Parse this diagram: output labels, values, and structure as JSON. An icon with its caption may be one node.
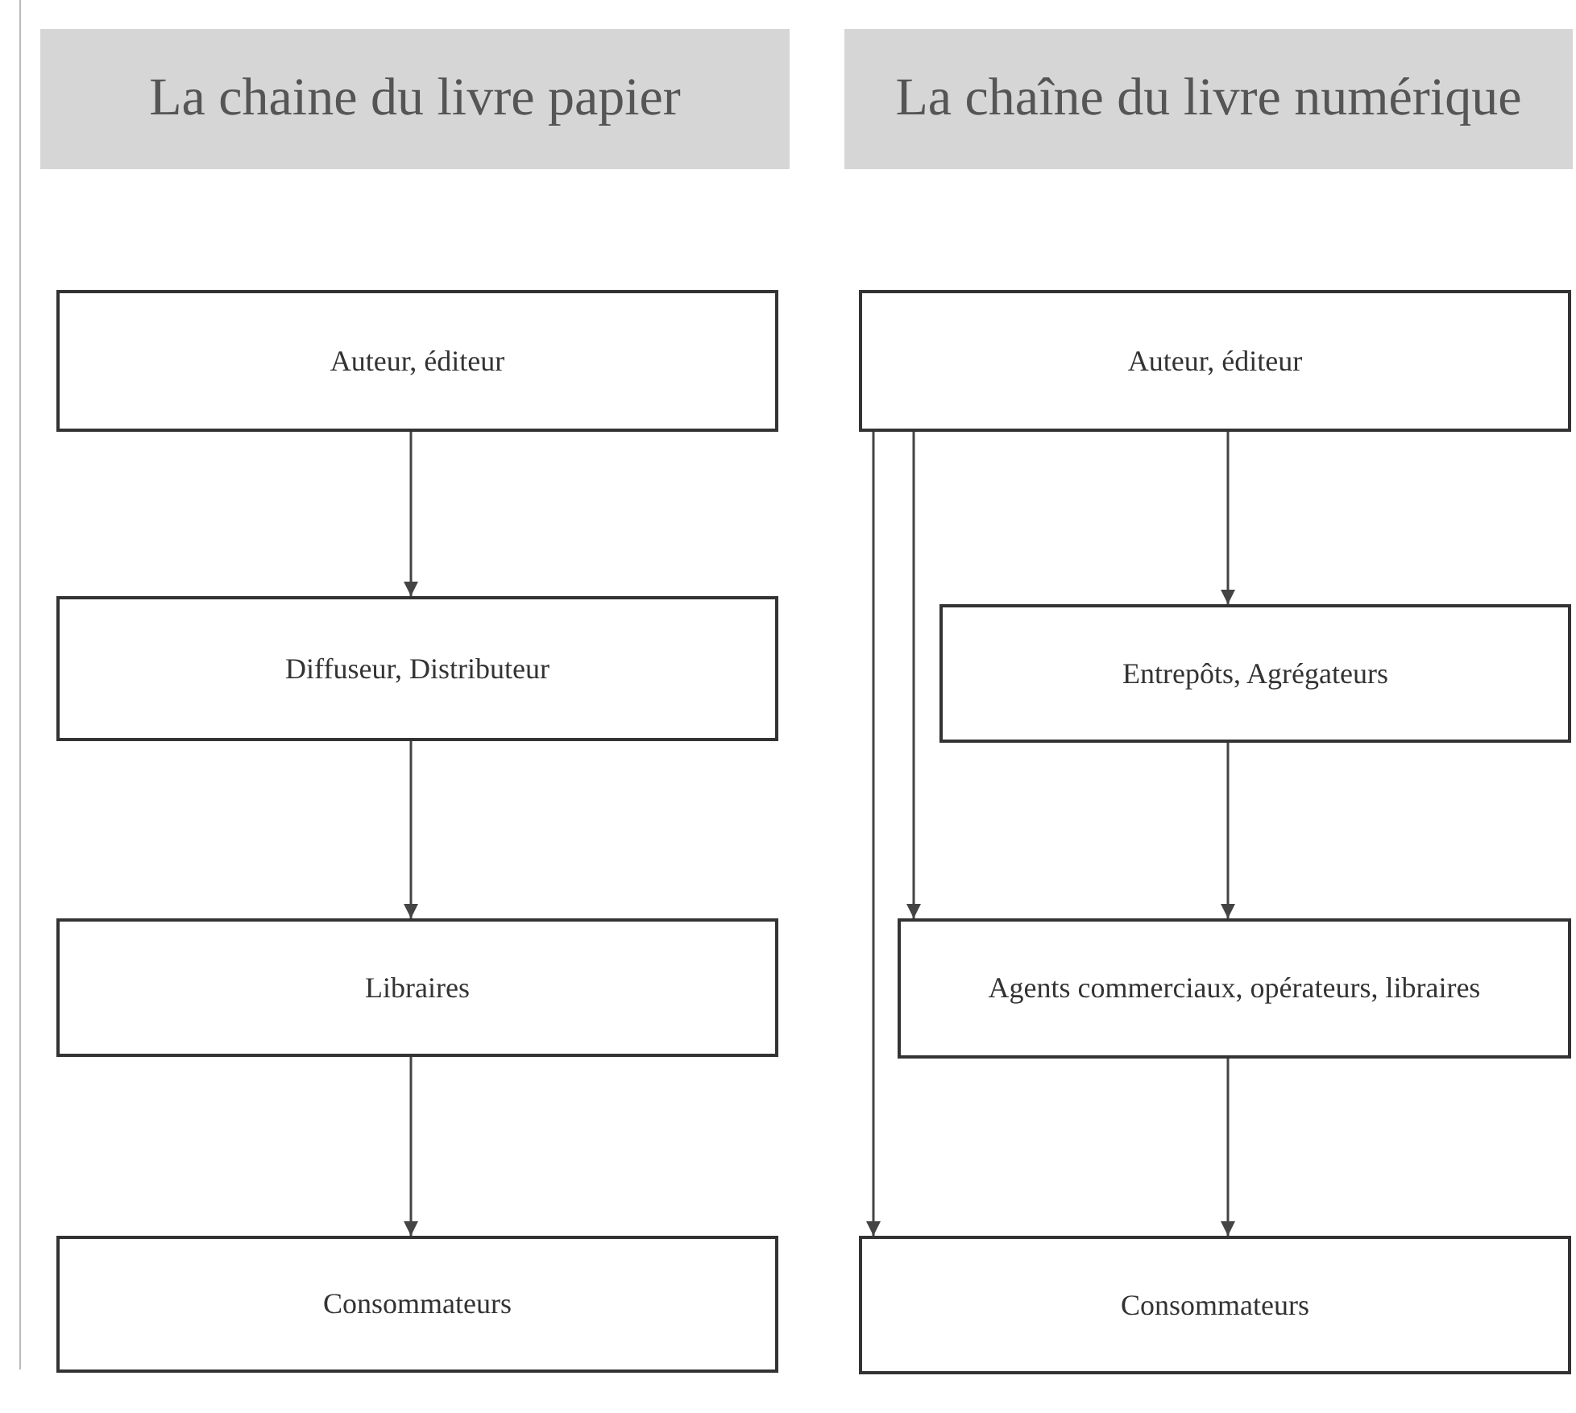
{
  "diagram": {
    "nodes": [
      {
        "text": [
          "La chaine du livre papier"
        ]
      },
      {
        "text": [
          "La chaîne du livre numérique"
        ]
      },
      {
        "text": [
          "Auteur, éditeur"
        ]
      },
      {
        "text": [
          "Auteur, éditeur"
        ]
      },
      {
        "text": [
          "Diffuseur, Distributeur"
        ]
      },
      {
        "text": [
          "Entrepôts, Agrégateurs"
        ]
      },
      {
        "text": [
          "Libraires"
        ]
      },
      {
        "text": [
          "Agents commerciaux, opérateurs, libraires"
        ]
      },
      {
        "text": [
          "Consommateurs"
        ]
      },
      {
        "text": [
          "Consommateurs"
        ]
      }
    ],
    "edges": [
      {
        "from": 2,
        "to": 4,
        "arrow": "to"
      },
      {
        "from": 4,
        "to": 6,
        "arrow": "to"
      },
      {
        "from": 6,
        "to": 8,
        "arrow": "to"
      },
      {
        "from": 3,
        "to": 5,
        "arrow": "to"
      },
      {
        "from": 5,
        "to": 7,
        "arrow": "to"
      },
      {
        "from": 7,
        "to": 9,
        "arrow": "to"
      },
      {
        "from": 3,
        "to": 7,
        "arrow": "to"
      },
      {
        "from": 3,
        "to": 9,
        "arrow": "to"
      }
    ]
  }
}
